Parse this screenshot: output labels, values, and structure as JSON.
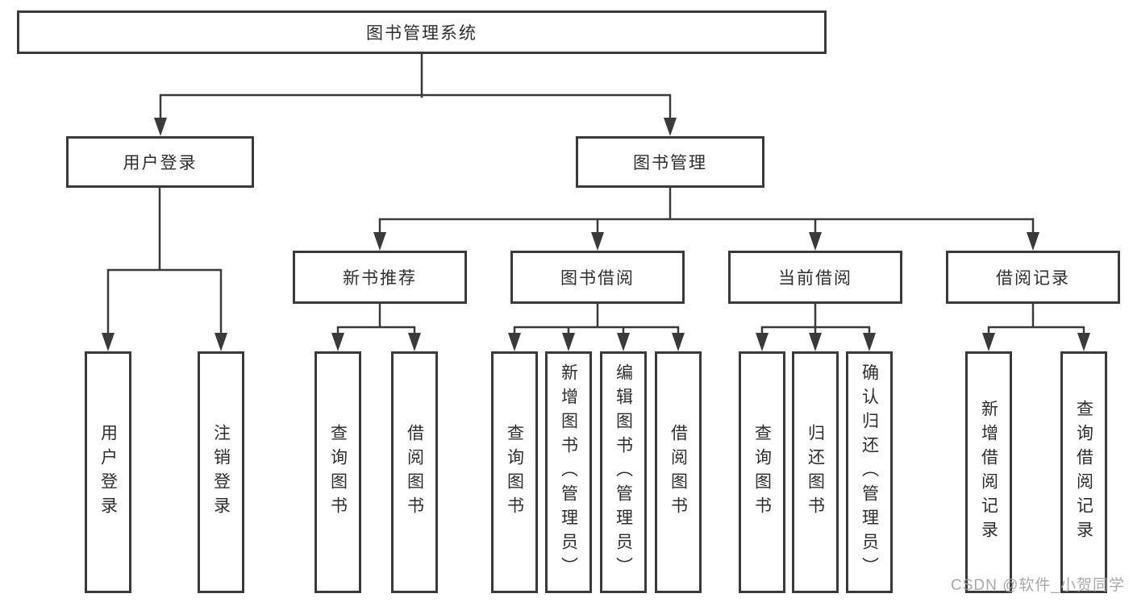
{
  "title": "图书管理系统",
  "tree": {
    "root": {
      "label": "图书管理系统"
    },
    "level2": [
      {
        "label": "用户登录",
        "children": [
          {
            "label": "用户登录"
          },
          {
            "label": "注销登录"
          }
        ]
      },
      {
        "label": "图书管理"
      }
    ],
    "level3": [
      {
        "label": "新书推荐",
        "children": [
          {
            "label": "查询图书"
          },
          {
            "label": "借阅图书"
          }
        ]
      },
      {
        "label": "图书借阅",
        "children": [
          {
            "label": "查询图书"
          },
          {
            "label": "新增图书（管理员）"
          },
          {
            "label": "编辑图书（管理员）"
          },
          {
            "label": "借阅图书"
          }
        ]
      },
      {
        "label": "当前借阅",
        "children": [
          {
            "label": "查询图书"
          },
          {
            "label": "归还图书"
          },
          {
            "label": "确认归还（管理员）"
          }
        ]
      },
      {
        "label": "借阅记录",
        "children": [
          {
            "label": "新增借阅记录"
          },
          {
            "label": "查询借阅记录"
          }
        ]
      }
    ]
  },
  "watermark": {
    "text": "CSDN @软件_小贺同学"
  },
  "colors": {
    "line": "#3a3a3a",
    "box_border": "#3a3a3a",
    "text": "#2e2e2e",
    "background": "#ffffff",
    "watermark": "#9e9e9e"
  }
}
